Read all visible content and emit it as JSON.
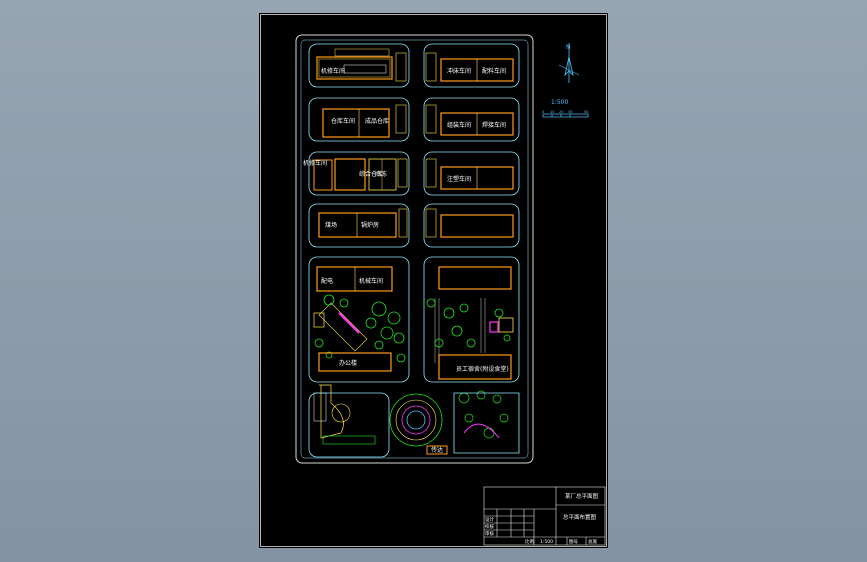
{
  "drawing": {
    "scale_text": "1:500",
    "north_label": "N",
    "scale_bar_ticks": [
      "0",
      "10",
      "20",
      "30",
      "50"
    ]
  },
  "buildings": [
    {
      "label": "机修车间"
    },
    {
      "label": "仓库车间"
    },
    {
      "label": "成品仓库"
    },
    {
      "label": "机修车间"
    },
    {
      "label": "综合仓库"
    },
    {
      "label": "冷冻"
    },
    {
      "label": "煤场"
    },
    {
      "label": "锅炉房"
    },
    {
      "label": "配电"
    },
    {
      "label": "机械车间"
    },
    {
      "label": "冲床车间"
    },
    {
      "label": "配料车间"
    },
    {
      "label": "组装车间"
    },
    {
      "label": "焊接车间"
    },
    {
      "label": "注塑车间"
    },
    {
      "label": "办公楼"
    },
    {
      "label": "传达"
    },
    {
      "label": "员工宿舍(附设食堂)"
    }
  ],
  "title_block": {
    "project": "某厂总平面图",
    "drawing_name": "总平面布置图",
    "row_labels": [
      "设计",
      "校核",
      "审核"
    ],
    "footer": [
      "比例",
      "1:500",
      "图号",
      "总施"
    ]
  },
  "colors": {
    "sheet_bg": "#000000",
    "road": "#d8d8d8",
    "block_cyan": "#8fe8ff",
    "building_orange": "#ff9a18",
    "building_yellow": "#ffe34a",
    "green": "#1ee61e",
    "magenta": "#ff33ff",
    "scale_blue": "#4fc3ff"
  }
}
